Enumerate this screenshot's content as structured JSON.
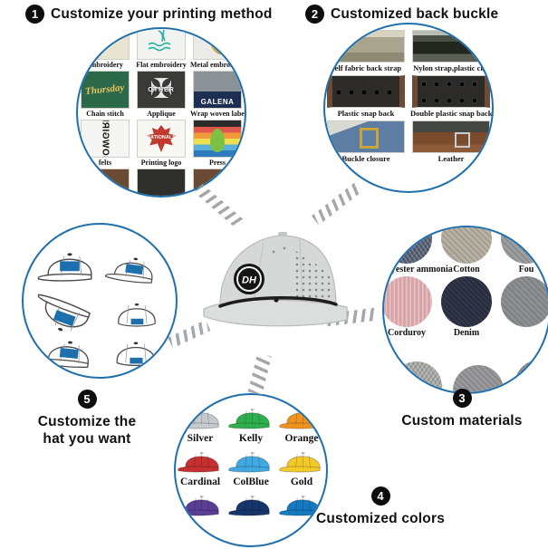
{
  "printing": {
    "badge": "1",
    "title": "Customize your printing method",
    "items": [
      {
        "label": "embroidery"
      },
      {
        "label": "Flat embroidery"
      },
      {
        "label": "Metal embroidery"
      },
      {
        "label": "Chain stitch",
        "text": "Thursday"
      },
      {
        "label": "Applique",
        "text": "OTHER"
      },
      {
        "label": "Wrap woven label",
        "text": "GALENA"
      },
      {
        "label": "felts",
        "text": "COWGIRL"
      },
      {
        "label": "Printing logo",
        "text": "NATIONALS"
      },
      {
        "label": "Press"
      }
    ]
  },
  "buckle": {
    "badge": "2",
    "title": "Customized back buckle",
    "items": [
      {
        "label": "Self fabric back strap"
      },
      {
        "label": "Nylon strap,plastic clip"
      },
      {
        "label": "Plastic snap back"
      },
      {
        "label": "Double plastic snap back"
      },
      {
        "label": "Buckle closure"
      },
      {
        "label": "Leather"
      }
    ]
  },
  "materials": {
    "badge": "3",
    "title": "Custom materials",
    "items": [
      {
        "label": "Polyester ammonia",
        "color": "#566074"
      },
      {
        "label": "Cotton",
        "color": "#b7b2a5"
      },
      {
        "label": "Fou",
        "color": "#9b9fa3"
      },
      {
        "label": "Corduroy",
        "color": "#d9a4a8"
      },
      {
        "label": "Denim",
        "color": "#262b3d"
      },
      {
        "label": "",
        "color": "#8b8f93"
      }
    ]
  },
  "colors": {
    "badge": "4",
    "title": "Customized colors",
    "caps": [
      {
        "label": "Silver",
        "color": "#c6c9ce"
      },
      {
        "label": "Kelly",
        "color": "#2eae4d"
      },
      {
        "label": "Orange",
        "color": "#f0921e"
      },
      {
        "label": "Cardinal",
        "color": "#c53030"
      },
      {
        "label": "ColBlue",
        "color": "#41a8e1"
      },
      {
        "label": "Gold",
        "color": "#f3c92a"
      },
      {
        "label": "",
        "color": "#5a3d95"
      },
      {
        "label": "",
        "color": "#16356b"
      },
      {
        "label": "",
        "color": "#1579c0"
      }
    ]
  },
  "styles": {
    "badge": "5",
    "title_line1": "Customize the",
    "title_line2": "hat you want",
    "patch_color": "#1d6fae"
  },
  "center_hat": {
    "patch_text": "DH"
  }
}
